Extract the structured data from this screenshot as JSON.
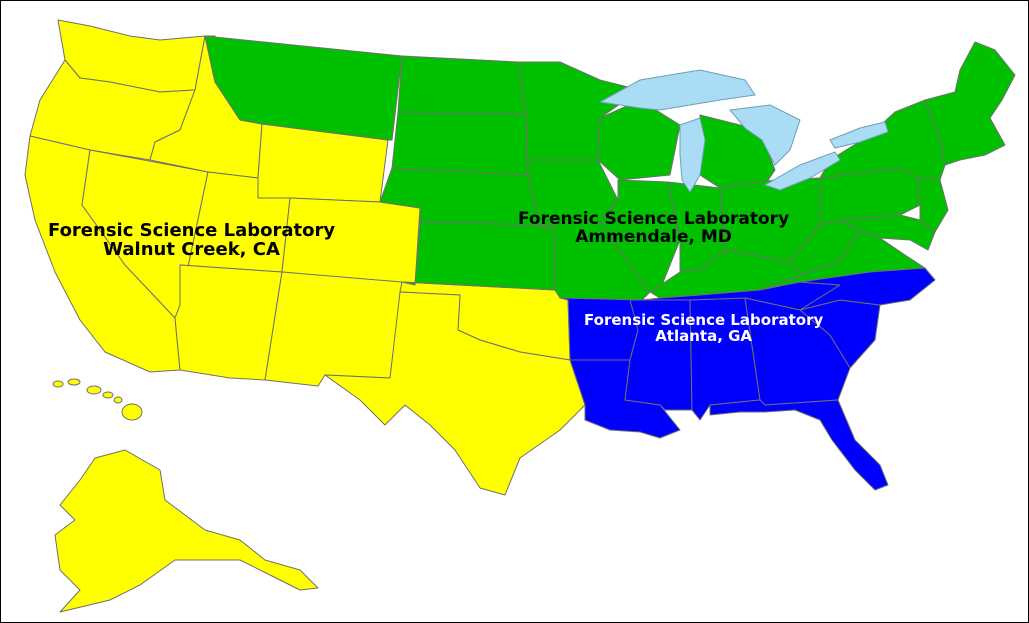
{
  "colors": {
    "west": "#ffff00",
    "east": "#00c000",
    "south": "#0000ff",
    "lakes": "#aadcf5",
    "borders": "#6f6f6f"
  },
  "regions": {
    "west": {
      "line1": "Forensic Science Laboratory",
      "line2": "Walnut Creek, CA"
    },
    "east": {
      "line1": "Forensic Science Laboratory",
      "line2": "Ammendale, MD"
    },
    "south": {
      "line1": "Forensic Science Laboratory",
      "line2": "Atlanta, GA"
    }
  }
}
